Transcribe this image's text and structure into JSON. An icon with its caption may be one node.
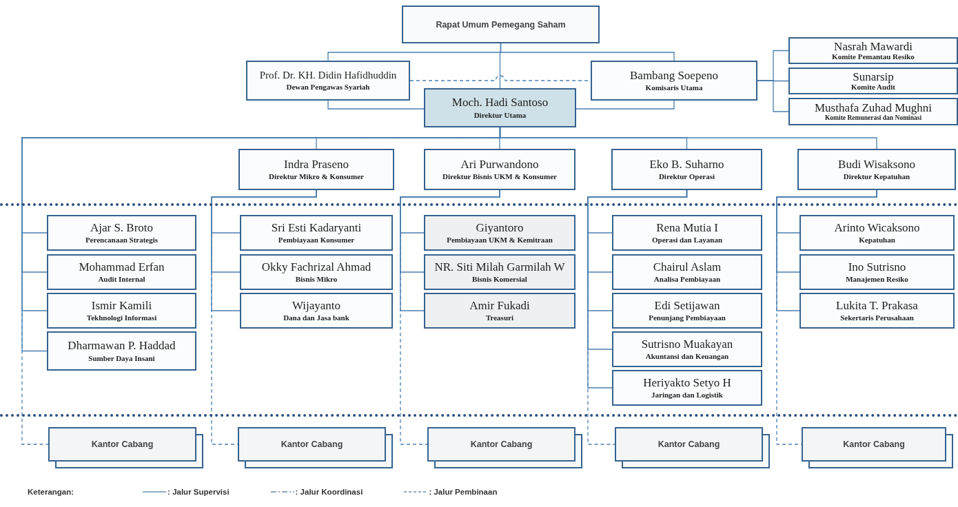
{
  "diagram": {
    "nodes": [
      {
        "text": [
          "Rapat Umum Pemegang Saham"
        ]
      },
      {
        "text": [
          "Prof. Dr. KH. Didin Hafidhuddin",
          "Dewan Pengawas Syariah"
        ]
      },
      {
        "text": [
          "Bambang Soepeno",
          "Komisaris Utama"
        ]
      },
      {
        "text": [
          "Nasrah Mawardi",
          "Komite Pemantau Resiko"
        ]
      },
      {
        "text": [
          "Sunarsip",
          "Komite Audit"
        ]
      },
      {
        "text": [
          "Musthafa Zuhad Mughni",
          "Komite Remunerasi dan Nominasi"
        ]
      },
      {
        "text": [
          "Moch. Hadi Santoso",
          "Direktur Utama"
        ]
      },
      {
        "text": [
          "Indra Praseno",
          "Direktur Mikro & Konsumer"
        ]
      },
      {
        "text": [
          "Ari Purwandono",
          "Direktur Bisnis UKM & Konsumer"
        ]
      },
      {
        "text": [
          "Eko B. Suharno",
          "Direktur Operasi"
        ]
      },
      {
        "text": [
          "Budi Wisaksono",
          "Direktur Kepatuhan"
        ]
      },
      {
        "text": [
          "Ajar S. Broto",
          "Perencanaan Strategis"
        ]
      },
      {
        "text": [
          "Mohammad Erfan",
          "Audit Internal"
        ]
      },
      {
        "text": [
          "Ismir Kamili",
          "Tekhnologi Informasi"
        ]
      },
      {
        "text": [
          "Dharmawan P. Haddad",
          "Sumber Daya Insani"
        ]
      },
      {
        "text": [
          "Sri Esti Kadaryanti",
          "Pembiayaan Konsumer"
        ]
      },
      {
        "text": [
          "Okky Fachrizal Ahmad",
          "Bisnis Mikro"
        ]
      },
      {
        "text": [
          "Wijayanto",
          "Dana dan Jasa bank"
        ]
      },
      {
        "text": [
          "Giyantoro",
          "Pembiayaan UKM & Kemitraan"
        ]
      },
      {
        "text": [
          "NR. Siti Milah Garmilah W",
          "Bisnis Komersial"
        ]
      },
      {
        "text": [
          "Amir Fukadi",
          "Treasuri"
        ]
      },
      {
        "text": [
          "Rena Mutia I",
          "Operasi dan Layanan"
        ]
      },
      {
        "text": [
          "Chairul Aslam",
          "Analisa Pembiayaan"
        ]
      },
      {
        "text": [
          "Edi Setijawan",
          "Penunjang Pembiayaan"
        ]
      },
      {
        "text": [
          "Sutrisno Muakayan",
          "Akuntansi dan Keuangan"
        ]
      },
      {
        "text": [
          "Heriyakto Setyo H",
          "Jaringan dan Logistik"
        ]
      },
      {
        "text": [
          "Arinto Wicaksono",
          "Kepatuhan"
        ]
      },
      {
        "text": [
          "Ino Sutrisno",
          "Manajemen Resiko"
        ]
      },
      {
        "text": [
          "Lukita T. Prakasa",
          "Sekertaris Perusahaan"
        ]
      },
      {
        "text": [
          "Kantor Cabang"
        ]
      },
      {
        "text": [
          "Kantor Cabang"
        ]
      },
      {
        "text": [
          "Kantor Cabang"
        ]
      },
      {
        "text": [
          "Kantor Cabang"
        ]
      },
      {
        "text": [
          "Kantor Cabang"
        ]
      }
    ],
    "edges": [
      {
        "from": 0,
        "to": 1,
        "arrow": "none"
      },
      {
        "from": 0,
        "to": 2,
        "arrow": "none"
      },
      {
        "from": 0,
        "to": 6,
        "arrow": "none"
      },
      {
        "from": 1,
        "to": 2,
        "arrow": "none",
        "style": "dashed"
      },
      {
        "from": 1,
        "to": 6,
        "arrow": "none"
      },
      {
        "from": 2,
        "to": 6,
        "arrow": "none"
      },
      {
        "from": 2,
        "to": 3,
        "arrow": "none"
      },
      {
        "from": 2,
        "to": 4,
        "arrow": "none"
      },
      {
        "from": 2,
        "to": 5,
        "arrow": "none"
      },
      {
        "from": 6,
        "to": 7,
        "arrow": "none"
      },
      {
        "from": 6,
        "to": 8,
        "arrow": "none"
      },
      {
        "from": 6,
        "to": 9,
        "arrow": "none"
      },
      {
        "from": 6,
        "to": 10,
        "arrow": "none"
      },
      {
        "from": 6,
        "to": 11,
        "arrow": "none"
      },
      {
        "from": 6,
        "to": 12,
        "arrow": "none"
      },
      {
        "from": 6,
        "to": 13,
        "arrow": "none"
      },
      {
        "from": 6,
        "to": 14,
        "arrow": "none"
      },
      {
        "from": 7,
        "to": 15,
        "arrow": "none"
      },
      {
        "from": 7,
        "to": 16,
        "arrow": "none"
      },
      {
        "from": 7,
        "to": 17,
        "arrow": "none"
      },
      {
        "from": 8,
        "to": 18,
        "arrow": "none"
      },
      {
        "from": 8,
        "to": 19,
        "arrow": "none"
      },
      {
        "from": 8,
        "to": 20,
        "arrow": "none"
      },
      {
        "from": 9,
        "to": 21,
        "arrow": "none"
      },
      {
        "from": 9,
        "to": 22,
        "arrow": "none"
      },
      {
        "from": 9,
        "to": 23,
        "arrow": "none"
      },
      {
        "from": 9,
        "to": 24,
        "arrow": "none"
      },
      {
        "from": 9,
        "to": 25,
        "arrow": "none"
      },
      {
        "from": 10,
        "to": 26,
        "arrow": "none"
      },
      {
        "from": 10,
        "to": 27,
        "arrow": "none"
      },
      {
        "from": 10,
        "to": 28,
        "arrow": "none"
      },
      {
        "from": 6,
        "to": 29,
        "arrow": "none",
        "style": "dashed"
      },
      {
        "from": 7,
        "to": 30,
        "arrow": "none",
        "style": "dashed"
      },
      {
        "from": 8,
        "to": 31,
        "arrow": "none",
        "style": "dashed"
      },
      {
        "from": 9,
        "to": 32,
        "arrow": "none",
        "style": "dashed"
      },
      {
        "from": 10,
        "to": 33,
        "arrow": "none",
        "style": "dashed"
      }
    ],
    "labels": [
      "Keterangan:"
    ],
    "legend": [
      {
        "text": ": Jalur Supervisi"
      },
      {
        "text": ": Jalur Koordinasi"
      },
      {
        "text": ": Jalur Pembinaan"
      }
    ]
  }
}
